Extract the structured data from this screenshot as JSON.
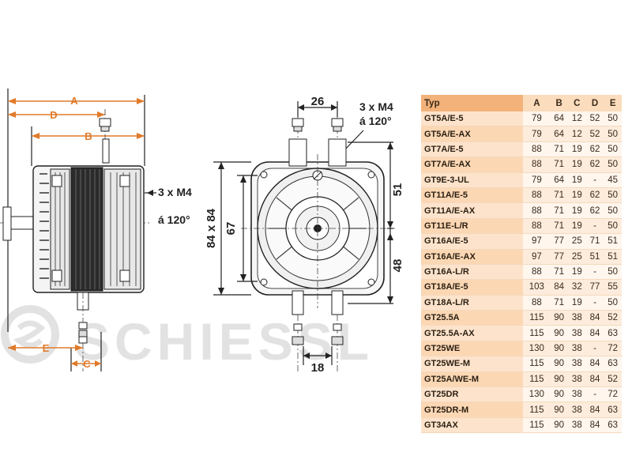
{
  "labels": {
    "A": "A",
    "B": "B",
    "C": "C",
    "D": "D",
    "E": "E",
    "screw_side_1": "3 x M4",
    "screw_side_2": "á 120°",
    "screw_front_1": "3 x M4",
    "screw_front_2": "á 120°",
    "dim_26": "26",
    "dim_18": "18",
    "dim_51": "51",
    "dim_48": "48",
    "dim_67": "67",
    "dim_84": "84 x 84"
  },
  "watermark": {
    "text": "SCHIESSL",
    "color": "#9a9a9a"
  },
  "colors": {
    "accent": "#e07a2a",
    "header": "#f2b27a",
    "row_light": "#fff6ee",
    "row_dark": "#fdecdc"
  },
  "table": {
    "headers": [
      "Typ",
      "A",
      "B",
      "C",
      "D",
      "E"
    ],
    "rows": [
      [
        "GT5A/E-5",
        "79",
        "64",
        "12",
        "52",
        "50"
      ],
      [
        "GT5A/E-AX",
        "79",
        "64",
        "12",
        "52",
        "50"
      ],
      [
        "GT7A/E-5",
        "88",
        "71",
        "19",
        "62",
        "50"
      ],
      [
        "GT7A/E-AX",
        "88",
        "71",
        "19",
        "62",
        "50"
      ],
      [
        "GT9E-3-UL",
        "79",
        "64",
        "19",
        "-",
        "45"
      ],
      [
        "GT11A/E-5",
        "88",
        "71",
        "19",
        "62",
        "50"
      ],
      [
        "GT11A/E-AX",
        "88",
        "71",
        "19",
        "62",
        "50"
      ],
      [
        "GT11E-L/R",
        "88",
        "71",
        "19",
        "-",
        "50"
      ],
      [
        "GT16A/E-5",
        "97",
        "77",
        "25",
        "71",
        "51"
      ],
      [
        "GT16A/E-AX",
        "97",
        "77",
        "25",
        "51",
        "51"
      ],
      [
        "GT16A-L/R",
        "88",
        "71",
        "19",
        "-",
        "50"
      ],
      [
        "GT18A/E-5",
        "103",
        "84",
        "32",
        "77",
        "55"
      ],
      [
        "GT18A-L/R",
        "88",
        "71",
        "19",
        "-",
        "50"
      ],
      [
        "GT25.5A",
        "115",
        "90",
        "38",
        "84",
        "52"
      ],
      [
        "GT25.5A-AX",
        "115",
        "90",
        "38",
        "84",
        "63"
      ],
      [
        "GT25WE",
        "130",
        "90",
        "38",
        "-",
        "72"
      ],
      [
        "GT25WE-M",
        "115",
        "90",
        "38",
        "84",
        "63"
      ],
      [
        "GT25A/WE-M",
        "115",
        "90",
        "38",
        "84",
        "52"
      ],
      [
        "GT25DR",
        "130",
        "90",
        "38",
        "-",
        "72"
      ],
      [
        "GT25DR-M",
        "115",
        "90",
        "38",
        "84",
        "63"
      ],
      [
        "GT34AX",
        "115",
        "90",
        "38",
        "84",
        "63"
      ]
    ]
  }
}
